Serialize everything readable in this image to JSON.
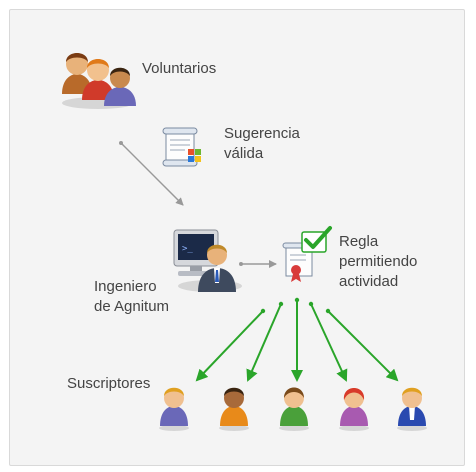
{
  "labels": {
    "volunteers": "Voluntarios",
    "valid_suggestion": "Sugerencia\nválida",
    "engineer": "Ingeniero\nde Agnitum",
    "rule": "Regla\npermitiendo\nactividad",
    "subscribers": "Suscriptores"
  },
  "colors": {
    "frame_bg": "#f4f4f4",
    "gray_arrow": "#999999",
    "green_arrow": "#2aa52a",
    "text": "#444444"
  },
  "icons": {
    "volunteers": "people-group-icon",
    "suggestion": "scroll-document-icon",
    "engineer": "engineer-at-computer-icon",
    "rule": "certificate-check-icon",
    "subscribers": [
      "user-purple-icon",
      "user-orange-icon",
      "user-green-icon",
      "user-pink-icon",
      "user-blue-icon"
    ]
  }
}
